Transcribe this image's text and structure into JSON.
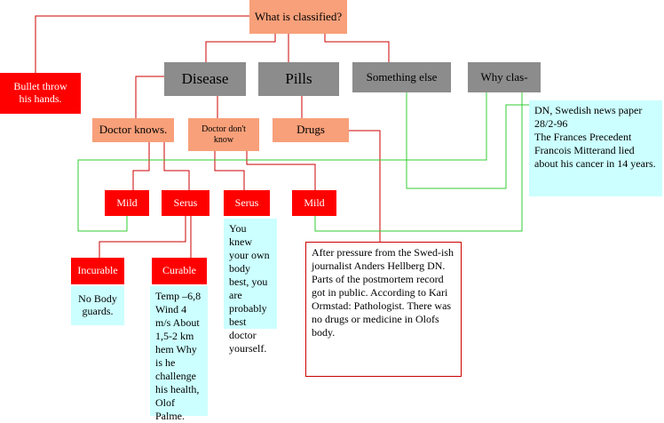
{
  "title": "What is classified?",
  "left_node": "Bullet throw his hands.",
  "categories": {
    "disease": "Disease",
    "pills": "Pills",
    "something_else": "Something else",
    "why_clas": "Why clas-"
  },
  "sub": {
    "doctor_knows": "Doctor knows.",
    "doctor_dont_know": "Doctor don't know",
    "drugs": "Drugs"
  },
  "leaves": {
    "mild_1": "Mild",
    "serus_1": "Serus",
    "serus_2": "Serus",
    "mild_2": "Mild",
    "incurable": "Incurable",
    "curable": "Curable"
  },
  "notes": {
    "no_guards": "No Body guards.",
    "temp": "Temp –6,8 Wind 4 m/s About 1,5-2 km hem Why is he challenge his health, Olof Palme.",
    "you_knew": "You knew your own body best, you are probably best doctor yourself.",
    "postmortem": "After pressure from the Swed-ish journalist Anders Hellberg DN. Parts of the postmortem record got in public. According to Kari Ormstad: Pathologist. There was no drugs or medicine in Olofs body.",
    "dn_line1": "DN, Swedish news paper",
    "dn_line2": "28/2-96",
    "dn_line3": "The Frances Precedent Francois Mitterand lied about his cancer in 14 years."
  },
  "colors": {
    "orange": "#f8a07a",
    "gray": "#8c8c8c",
    "red": "#ff0000",
    "cyan": "#ccffff",
    "line_red": "#cc0000",
    "line_green": "#33cc33"
  }
}
